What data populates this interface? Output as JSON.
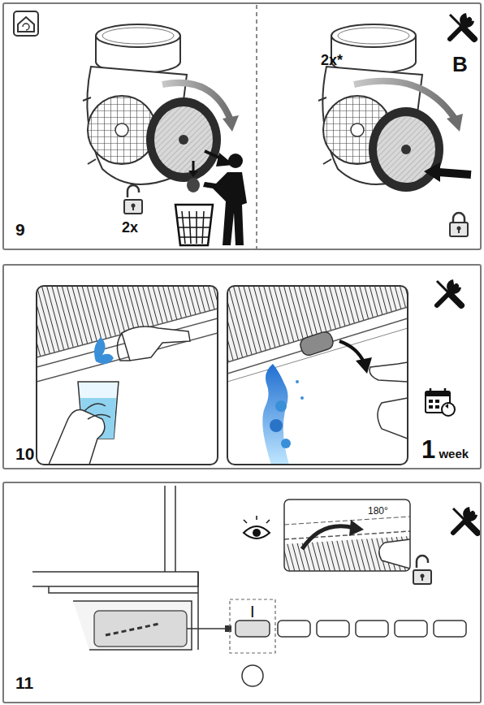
{
  "diagram": {
    "nodes": [
      {
        "text": [
          "9",
          "2x",
          "2x*",
          "B"
        ]
      },
      {
        "text": [
          "10",
          "1 week"
        ]
      },
      {
        "text": [
          "11",
          "I",
          "180°"
        ]
      }
    ]
  }
}
